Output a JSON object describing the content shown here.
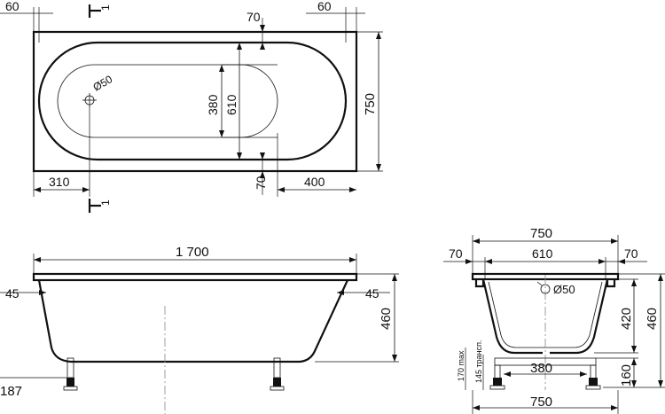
{
  "top_view": {
    "dim_left_margin": "60",
    "dim_right_margin": "60",
    "dim_top_rim": "70",
    "dim_bottom_rim": "70",
    "dim_drain_offset": "310",
    "dim_right_offset": "400",
    "dim_inner_width": "380",
    "dim_outer_width": "610",
    "dim_total_width": "750",
    "drain_label": "Ø50",
    "section_mark_top": "1",
    "section_mark_bottom": "1"
  },
  "side_view": {
    "dim_length": "1 700",
    "dim_left_rim": "45",
    "dim_right_rim": "45",
    "dim_height": "460",
    "dim_leg": "187"
  },
  "section_view": {
    "dim_top_width": "750",
    "dim_left_rim": "70",
    "dim_inner_width": "610",
    "dim_right_rim": "70",
    "drain_label": "Ø50",
    "dim_depth": "420",
    "dim_total_height": "460",
    "dim_frame_width": "380",
    "dim_frame_height": "160",
    "dim_max_label": "170 max",
    "dim_transp_label": "145 трансп.",
    "dim_bottom_width": "750"
  }
}
